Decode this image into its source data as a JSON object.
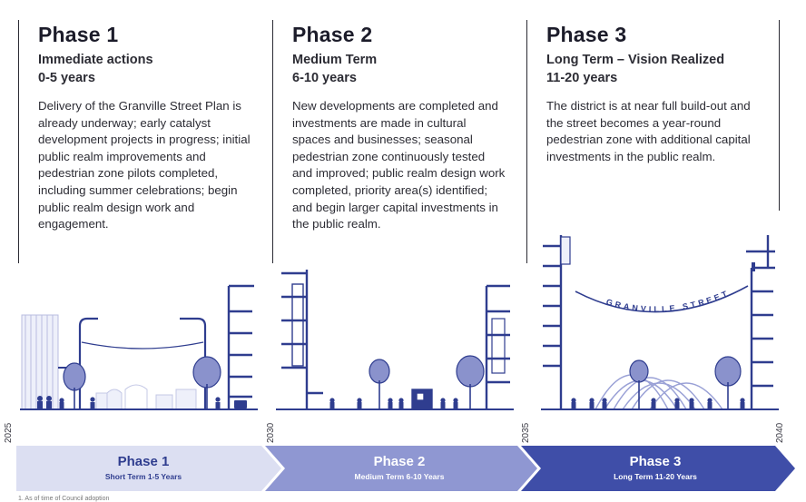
{
  "phases": [
    {
      "title": "Phase 1",
      "subtitle": "Immediate actions",
      "timeframe": "0-5 years",
      "body": "Delivery of the Granville Street Plan is already underway; early catalyst development projects in progress; initial public realm improvements and pedestrian zone pilots completed, including summer celebrations; begin public realm design work and engagement."
    },
    {
      "title": "Phase 2",
      "subtitle": "Medium Term",
      "timeframe": "6-10 years",
      "body": "New developments are completed and investments are made in cultural spaces and businesses; seasonal pedestrian zone continuously tested and improved; public realm design work completed, priority area(s) identified; and begin larger capital investments in the public realm."
    },
    {
      "title": "Phase 3",
      "subtitle": "Long Term – Vision Realized",
      "timeframe": "11-20 years",
      "body": "The district is at near full build-out and the street becomes a year-round pedestrian zone with additional capital investments in the public realm."
    }
  ],
  "years": [
    "2025",
    "2030",
    "2035",
    "2040"
  ],
  "arch_sign": "GRANVILLE STREET",
  "timeline": [
    {
      "title": "Phase 1",
      "sub": "Short Term 1-5 Years"
    },
    {
      "title": "Phase 2",
      "sub": "Medium Term 6-10 Years"
    },
    {
      "title": "Phase 3",
      "sub": "Long Term 11-20 Years"
    }
  ],
  "footnote": "1. As of time of Council adoption",
  "colors": {
    "navy": "#2f3d8f",
    "ink": "#1c1c2a",
    "chevron_1": "#dcdff2",
    "chevron_2": "#8f97d2",
    "chevron_3": "#3f4ea8",
    "tree": "#8a92cc"
  }
}
